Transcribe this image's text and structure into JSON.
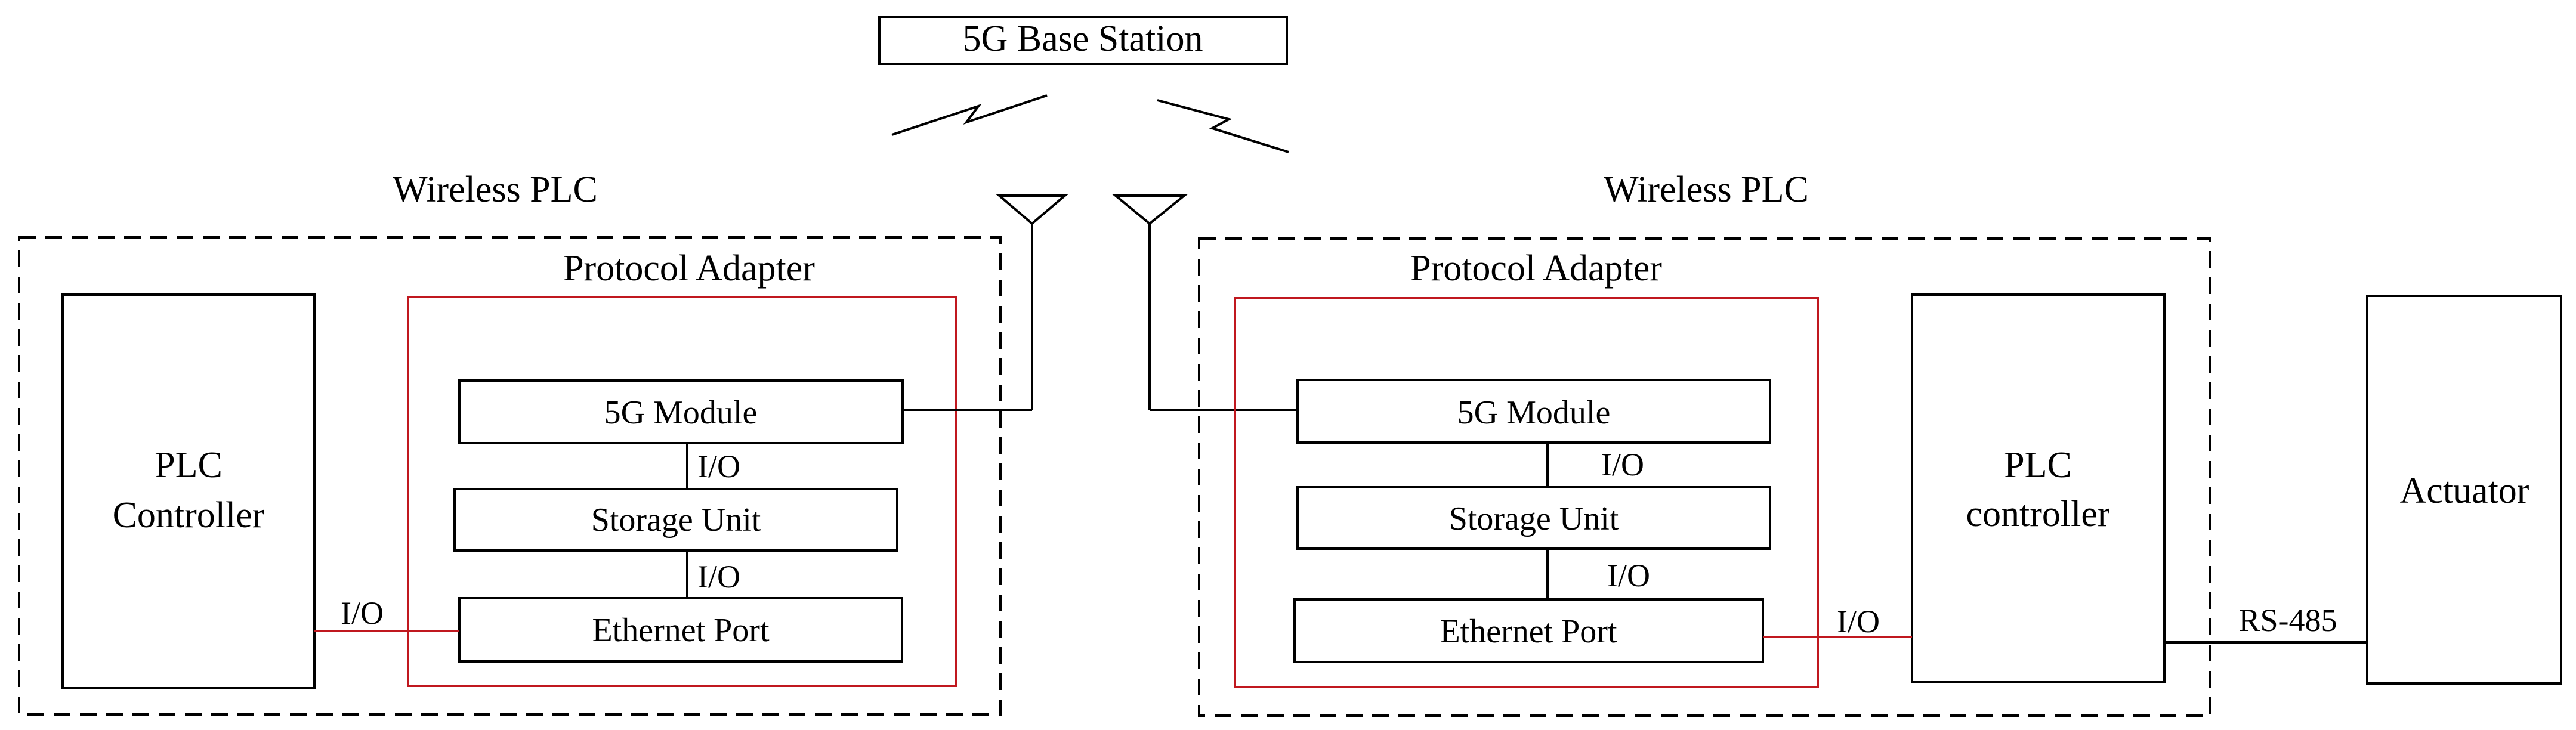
{
  "base_station": {
    "label": "5G Base Station"
  },
  "left_plc": {
    "title": "Wireless PLC",
    "controller_label_line1": "PLC",
    "controller_label_line2": "Controller",
    "adapter": {
      "title": "Protocol Adapter",
      "module_5g": "5G Module",
      "storage_unit": "Storage Unit",
      "ethernet_port": "Ethernet Port",
      "io_top": "I/O",
      "io_mid": "I/O"
    },
    "io_link": "I/O"
  },
  "right_plc": {
    "title": "Wireless PLC",
    "controller_label_line1": "PLC",
    "controller_label_line2": "controller",
    "adapter": {
      "title": "Protocol Adapter",
      "module_5g": "5G Module",
      "storage_unit": "Storage Unit",
      "ethernet_port": "Ethernet Port",
      "io_top": "I/O",
      "io_mid": "I/O"
    },
    "io_link": "I/O"
  },
  "actuator": {
    "label": "Actuator"
  },
  "rs485_link": {
    "label": "RS-485"
  },
  "colors": {
    "adapter_border": "#c0181f",
    "io_link": "#c0181f",
    "line": "#000000"
  }
}
